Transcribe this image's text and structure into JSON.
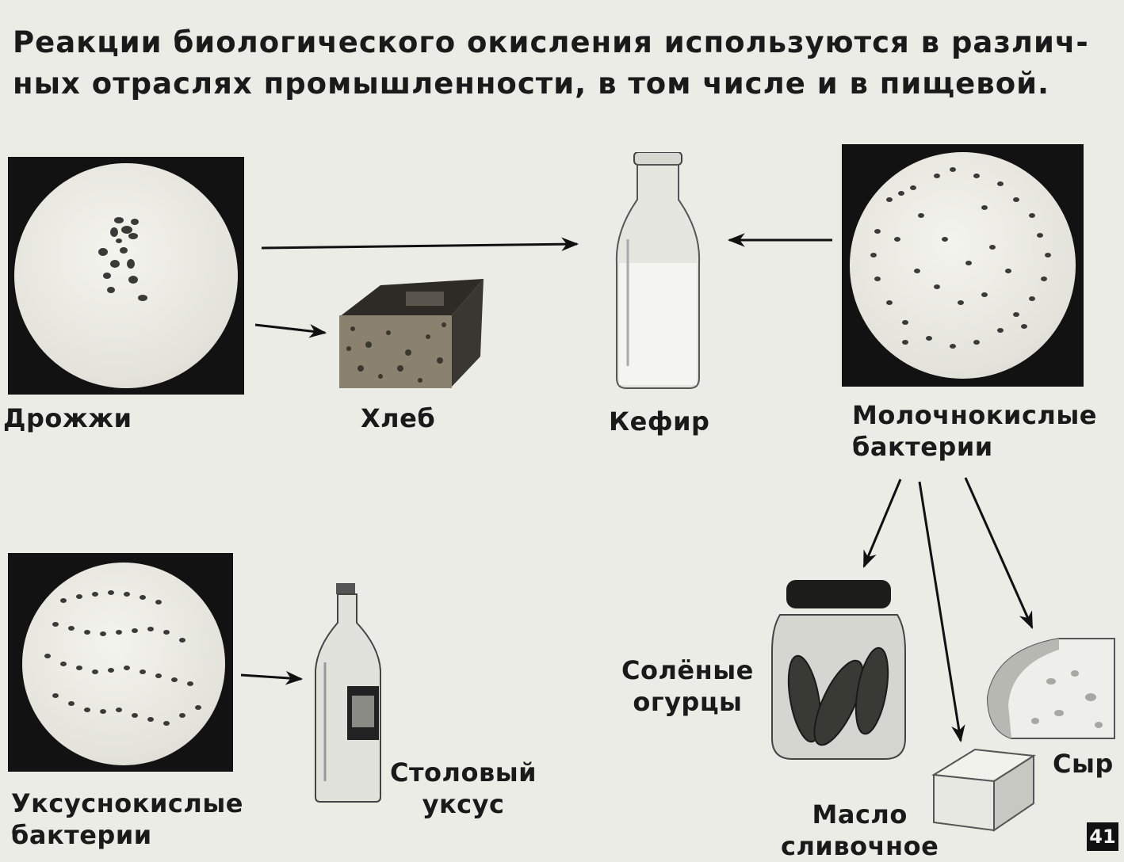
{
  "heading": {
    "line1": "Реакции биологического окисления используются в различ-",
    "line2": "ных отраслях промышленности, в том числе и в пищевой."
  },
  "labels": {
    "yeast": "Дрожжи",
    "bread": "Хлеб",
    "kefir": "Кефир",
    "lactic_bacteria": [
      "Молочнокислые",
      "бактерии"
    ],
    "pickles": [
      "Солёные",
      "огурцы"
    ],
    "butter": [
      "Масло",
      "сливочное"
    ],
    "cheese": "Сыр",
    "acetic_bacteria": [
      "Уксуснокислые",
      "бактерии"
    ],
    "vinegar": [
      "Столовый",
      "уксус"
    ]
  },
  "page_number": "41",
  "colors": {
    "background": "#ecece6",
    "ink": "#1a1a1a",
    "frame": "#121212"
  }
}
